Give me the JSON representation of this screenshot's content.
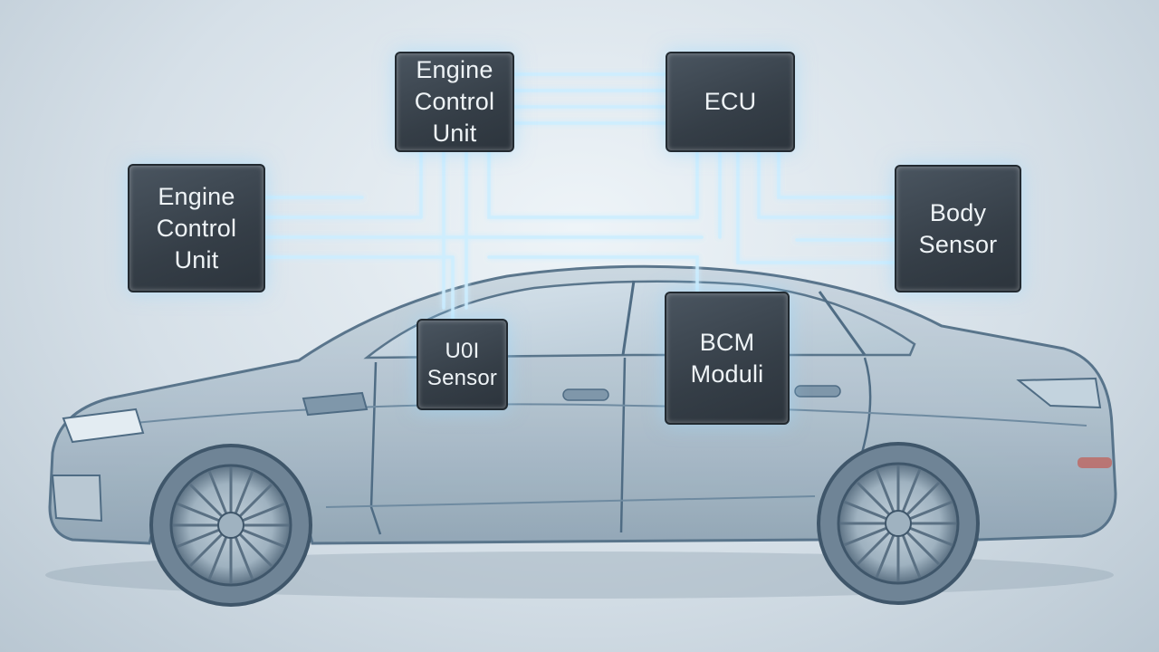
{
  "modules": {
    "engine_top": {
      "label": "Engine\nControl\nUnit"
    },
    "ecu": {
      "label": "ECU"
    },
    "engine_left": {
      "label": "Engine\nControl\nUnit"
    },
    "body_sensor": {
      "label": "Body\nSensor"
    },
    "uoi_sensor": {
      "label": "U0I\nSensor"
    },
    "bcm_module": {
      "label": "BCM\nModuli"
    }
  },
  "colors": {
    "module_fill": "#3a434c",
    "wire_glow": "#bfe6ff",
    "car_outline": "#5f7d95",
    "background": "#d6e0e8"
  }
}
